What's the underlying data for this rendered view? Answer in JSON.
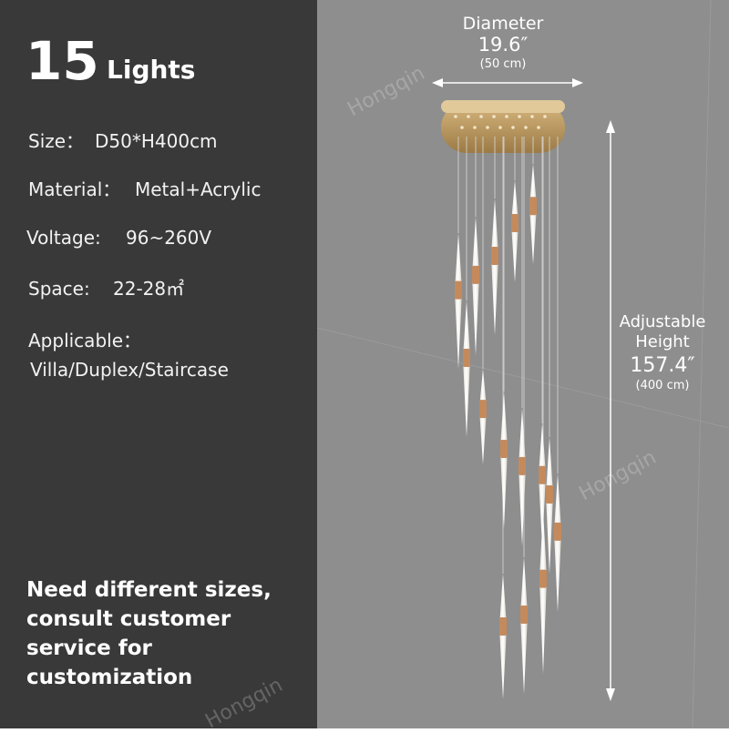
{
  "header": {
    "count": "15",
    "unit": "Lights"
  },
  "specs": {
    "size_label": "Size：",
    "size_value": "D50*H400cm",
    "material_label": "Material：",
    "material_value": "Metal+Acrylic",
    "voltage_label": "Voltage:",
    "voltage_value": "96~260V",
    "space_label": "Space:",
    "space_value": "22-28㎡",
    "applicable_label": "Applicable：",
    "applicable_value": "Villa/Duplex/Staircase"
  },
  "note": {
    "line1": "Need different sizes,",
    "line2": "consult customer",
    "line3": "service for",
    "line4": "customization"
  },
  "diameter": {
    "label": "Diameter",
    "inches": "19.6″",
    "cm": "(50 cm)"
  },
  "height": {
    "label1": "Adjustable",
    "label2": "Height",
    "inches": "157.4″",
    "cm": "(400 cm)"
  },
  "watermark": "Hongqin",
  "colors": {
    "left_panel": "#393939",
    "right_panel": "#8e8e8e",
    "canopy": "#b8965e",
    "accent": "#c48a5c"
  }
}
